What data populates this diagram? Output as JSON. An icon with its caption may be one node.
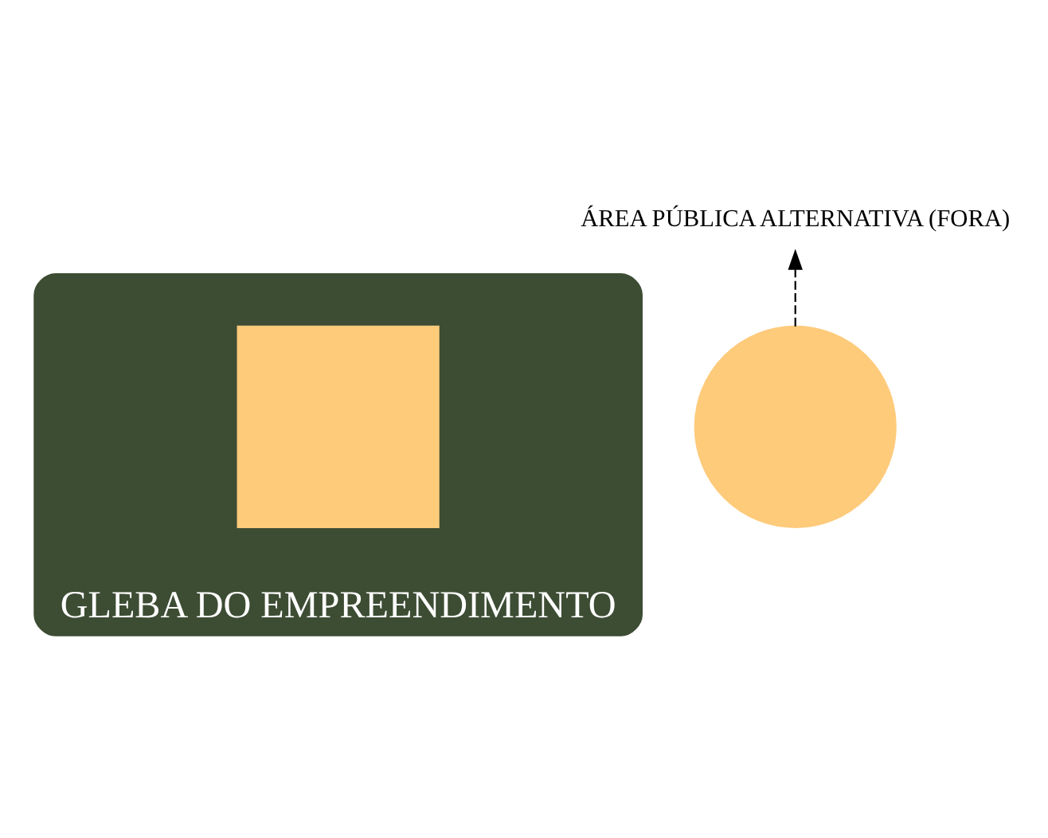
{
  "diagram": {
    "nodes": [
      {
        "text": [
          "GLEBA DO EMPREENDIMENTO"
        ]
      },
      {
        "text": [],
        "shape": "box",
        "in": 0
      },
      {
        "text": [
          "ÁREA PÚBLICA ALTERNATIVA (FORA)"
        ]
      },
      {
        "text": [],
        "shape": "circle"
      }
    ],
    "edges": [
      {
        "from": 3,
        "to": 2,
        "arrow": "to",
        "style": "dashed"
      }
    ]
  }
}
